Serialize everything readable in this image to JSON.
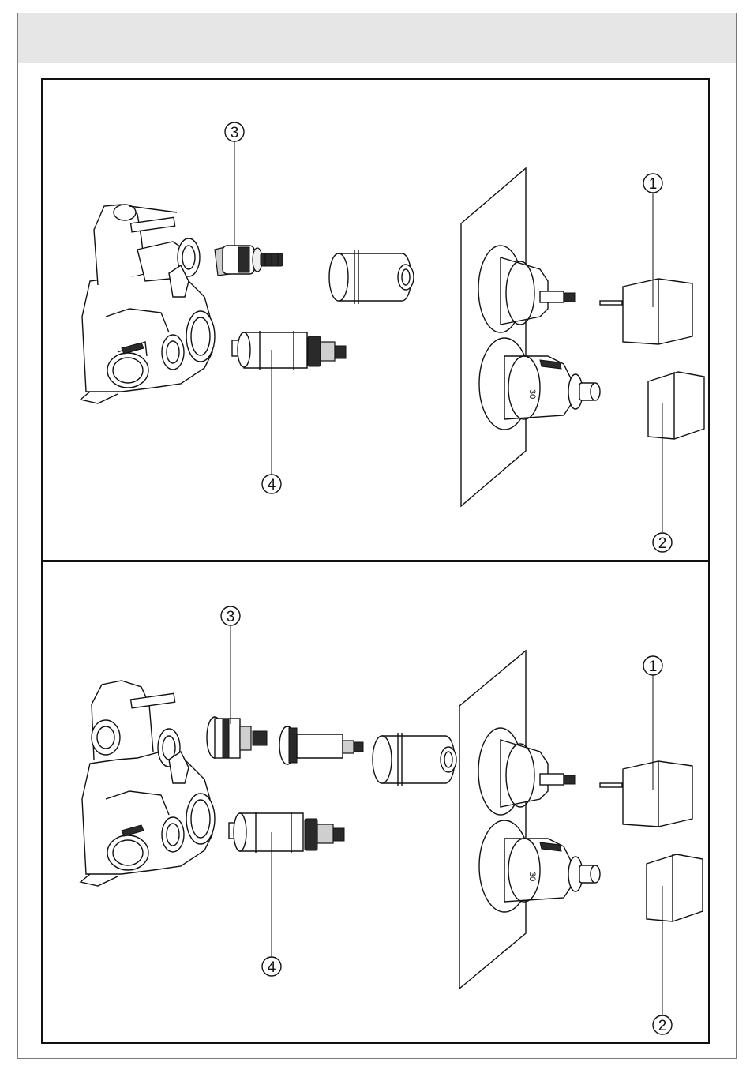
{
  "header": {
    "title": ""
  },
  "panels": [
    {
      "id": "top",
      "callouts": [
        {
          "label": "3",
          "target": "valve-cartridge-small"
        },
        {
          "label": "4",
          "target": "thermostatic-cartridge"
        },
        {
          "label": "1",
          "target": "upper-handle"
        },
        {
          "label": "2",
          "target": "lower-handle"
        }
      ]
    },
    {
      "id": "bottom",
      "callouts": [
        {
          "label": "3",
          "target": "valve-cartridge-small"
        },
        {
          "label": "4",
          "target": "thermostatic-cartridge"
        },
        {
          "label": "1",
          "target": "upper-handle"
        },
        {
          "label": "2",
          "target": "lower-handle"
        }
      ]
    }
  ],
  "dial_marking": "30"
}
